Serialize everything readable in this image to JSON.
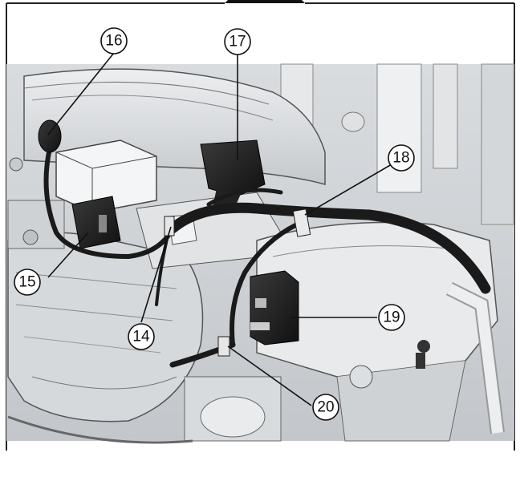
{
  "figure": {
    "callouts": [
      {
        "id": "14",
        "label": "14"
      },
      {
        "id": "15",
        "label": "15"
      },
      {
        "id": "16",
        "label": "16"
      },
      {
        "id": "17",
        "label": "17"
      },
      {
        "id": "18",
        "label": "18"
      },
      {
        "id": "19",
        "label": "19"
      },
      {
        "id": "20",
        "label": "20"
      }
    ]
  }
}
